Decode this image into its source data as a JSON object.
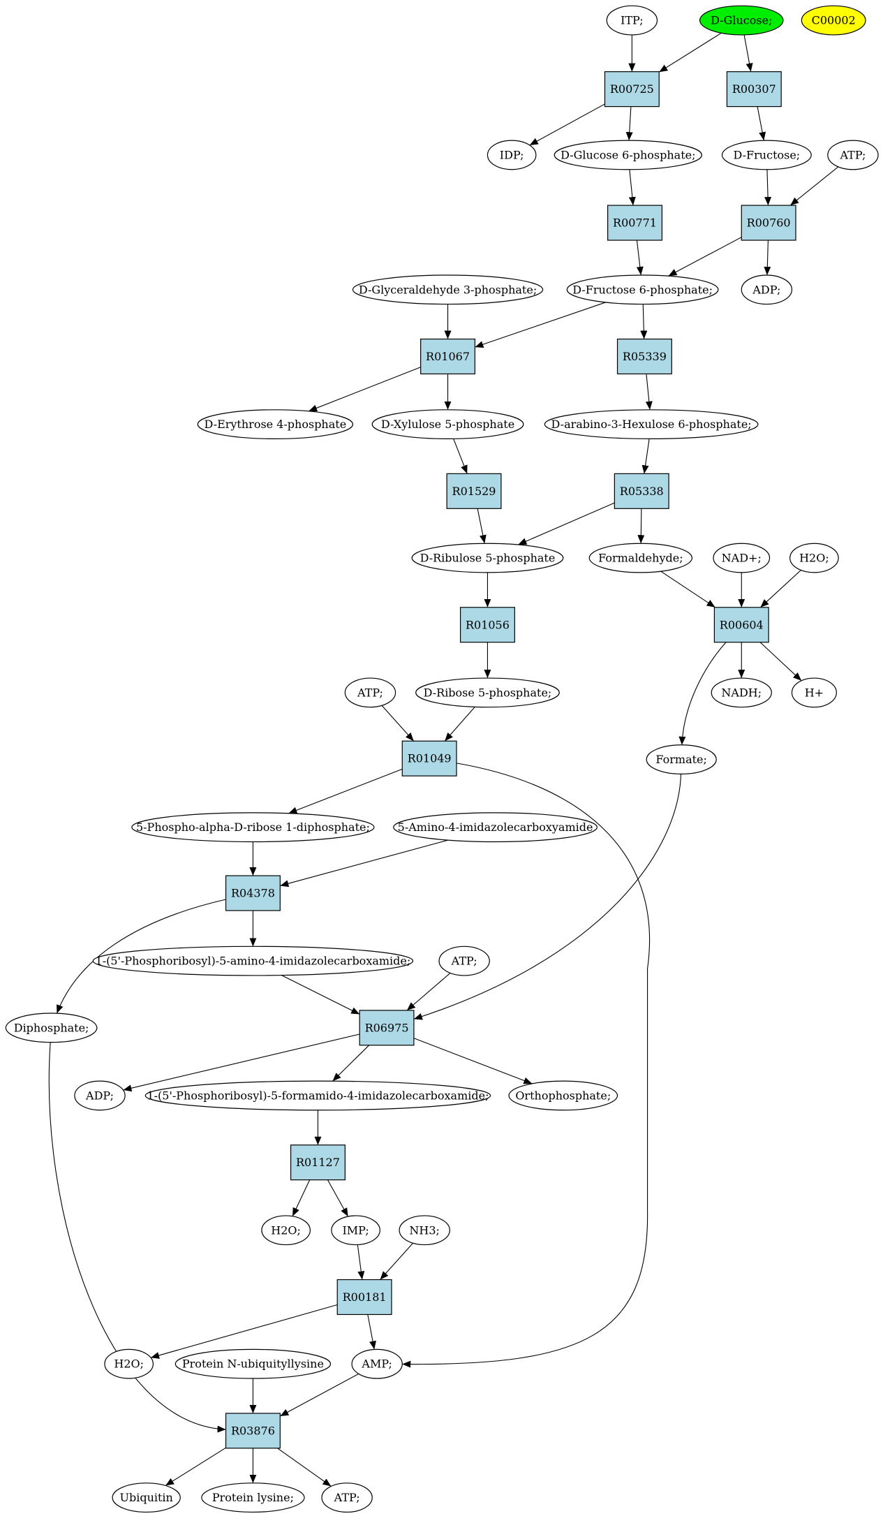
{
  "colors": {
    "reaction_fill": "#add8e6",
    "metabolite_fill": "#ffffff",
    "source_fill": "#00ee00",
    "legend_fill": "#ffff00",
    "stroke": "#000000"
  },
  "nodes": [
    {
      "id": "ITP",
      "label": "ITP;",
      "kind": "metabolite"
    },
    {
      "id": "DGlucose",
      "label": "D-Glucose;",
      "kind": "source"
    },
    {
      "id": "C00002",
      "label": "C00002",
      "kind": "legend"
    },
    {
      "id": "R00725",
      "label": "R00725",
      "kind": "reaction"
    },
    {
      "id": "R00307",
      "label": "R00307",
      "kind": "reaction"
    },
    {
      "id": "IDP",
      "label": "IDP;",
      "kind": "metabolite"
    },
    {
      "id": "DG6P",
      "label": "D-Glucose 6-phosphate;",
      "kind": "metabolite"
    },
    {
      "id": "DFructose",
      "label": "D-Fructose;",
      "kind": "metabolite"
    },
    {
      "id": "ATP1",
      "label": "ATP;",
      "kind": "metabolite"
    },
    {
      "id": "R00771",
      "label": "R00771",
      "kind": "reaction"
    },
    {
      "id": "R00760",
      "label": "R00760",
      "kind": "reaction"
    },
    {
      "id": "DGA3P",
      "label": "D-Glyceraldehyde 3-phosphate;",
      "kind": "metabolite"
    },
    {
      "id": "DF6P",
      "label": "D-Fructose 6-phosphate;",
      "kind": "metabolite"
    },
    {
      "id": "ADP1",
      "label": "ADP;",
      "kind": "metabolite"
    },
    {
      "id": "R01067",
      "label": "R01067",
      "kind": "reaction"
    },
    {
      "id": "R05339",
      "label": "R05339",
      "kind": "reaction"
    },
    {
      "id": "DE4P",
      "label": "D-Erythrose 4-phosphate",
      "kind": "metabolite"
    },
    {
      "id": "DX5P",
      "label": "D-Xylulose 5-phosphate",
      "kind": "metabolite"
    },
    {
      "id": "DAH6P",
      "label": "D-arabino-3-Hexulose 6-phosphate;",
      "kind": "metabolite"
    },
    {
      "id": "R01529",
      "label": "R01529",
      "kind": "reaction"
    },
    {
      "id": "R05338",
      "label": "R05338",
      "kind": "reaction"
    },
    {
      "id": "DRu5P",
      "label": "D-Ribulose 5-phosphate",
      "kind": "metabolite"
    },
    {
      "id": "Formaldehyde",
      "label": "Formaldehyde;",
      "kind": "metabolite"
    },
    {
      "id": "NADp",
      "label": "NAD+;",
      "kind": "metabolite"
    },
    {
      "id": "H2O1",
      "label": "H2O;",
      "kind": "metabolite"
    },
    {
      "id": "R01056",
      "label": "R01056",
      "kind": "reaction"
    },
    {
      "id": "R00604",
      "label": "R00604",
      "kind": "reaction"
    },
    {
      "id": "ATP2",
      "label": "ATP;",
      "kind": "metabolite"
    },
    {
      "id": "DR5P",
      "label": "D-Ribose 5-phosphate;",
      "kind": "metabolite"
    },
    {
      "id": "NADH",
      "label": "NADH;",
      "kind": "metabolite"
    },
    {
      "id": "Hplus",
      "label": "H+",
      "kind": "metabolite"
    },
    {
      "id": "R01049",
      "label": "R01049",
      "kind": "reaction"
    },
    {
      "id": "Formate",
      "label": "Formate;",
      "kind": "metabolite"
    },
    {
      "id": "PRPP",
      "label": "5-Phospho-alpha-D-ribose 1-diphosphate;",
      "kind": "metabolite"
    },
    {
      "id": "AICA",
      "label": "5-Amino-4-imidazolecarboxyamide",
      "kind": "metabolite"
    },
    {
      "id": "R04378",
      "label": "R04378",
      "kind": "reaction"
    },
    {
      "id": "AICAR",
      "label": "1-(5'-Phosphoribosyl)-5-amino-4-imidazolecarboxamide;",
      "kind": "metabolite"
    },
    {
      "id": "ATP3",
      "label": "ATP;",
      "kind": "metabolite"
    },
    {
      "id": "Diphosphate",
      "label": "Diphosphate;",
      "kind": "metabolite"
    },
    {
      "id": "R06975",
      "label": "R06975",
      "kind": "reaction"
    },
    {
      "id": "ADP2",
      "label": "ADP;",
      "kind": "metabolite"
    },
    {
      "id": "FAICAR",
      "label": "1-(5'-Phosphoribosyl)-5-formamido-4-imidazolecarboxamide;",
      "kind": "metabolite"
    },
    {
      "id": "Orthophosphate",
      "label": "Orthophosphate;",
      "kind": "metabolite"
    },
    {
      "id": "R01127",
      "label": "R01127",
      "kind": "reaction"
    },
    {
      "id": "H2O2",
      "label": "H2O;",
      "kind": "metabolite"
    },
    {
      "id": "IMP",
      "label": "IMP;",
      "kind": "metabolite"
    },
    {
      "id": "NH3",
      "label": "NH3;",
      "kind": "metabolite"
    },
    {
      "id": "R00181",
      "label": "R00181",
      "kind": "reaction"
    },
    {
      "id": "H2O3",
      "label": "H2O;",
      "kind": "metabolite"
    },
    {
      "id": "ProtNUbq",
      "label": "Protein N-ubiquityllysine",
      "kind": "metabolite"
    },
    {
      "id": "AMP",
      "label": "AMP;",
      "kind": "metabolite"
    },
    {
      "id": "R03876",
      "label": "R03876",
      "kind": "reaction"
    },
    {
      "id": "Ubiquitin",
      "label": "Ubiquitin",
      "kind": "metabolite"
    },
    {
      "id": "ProtLys",
      "label": "Protein lysine;",
      "kind": "metabolite"
    },
    {
      "id": "ATP4",
      "label": "ATP;",
      "kind": "metabolite"
    }
  ],
  "edges": [
    {
      "from": "ITP",
      "to": "R00725"
    },
    {
      "from": "DGlucose",
      "to": "R00725"
    },
    {
      "from": "DGlucose",
      "to": "R00307"
    },
    {
      "from": "R00725",
      "to": "IDP"
    },
    {
      "from": "R00725",
      "to": "DG6P"
    },
    {
      "from": "R00307",
      "to": "DFructose"
    },
    {
      "from": "DG6P",
      "to": "R00771"
    },
    {
      "from": "DFructose",
      "to": "R00760"
    },
    {
      "from": "ATP1",
      "to": "R00760"
    },
    {
      "from": "R00771",
      "to": "DF6P"
    },
    {
      "from": "R00760",
      "to": "DF6P"
    },
    {
      "from": "R00760",
      "to": "ADP1"
    },
    {
      "from": "DGA3P",
      "to": "R01067"
    },
    {
      "from": "DF6P",
      "to": "R01067"
    },
    {
      "from": "DF6P",
      "to": "R05339"
    },
    {
      "from": "R01067",
      "to": "DE4P"
    },
    {
      "from": "R01067",
      "to": "DX5P"
    },
    {
      "from": "R05339",
      "to": "DAH6P"
    },
    {
      "from": "DX5P",
      "to": "R01529"
    },
    {
      "from": "DAH6P",
      "to": "R05338"
    },
    {
      "from": "R01529",
      "to": "DRu5P"
    },
    {
      "from": "R05338",
      "to": "DRu5P"
    },
    {
      "from": "R05338",
      "to": "Formaldehyde"
    },
    {
      "from": "DRu5P",
      "to": "R01056"
    },
    {
      "from": "Formaldehyde",
      "to": "R00604"
    },
    {
      "from": "NADp",
      "to": "R00604"
    },
    {
      "from": "H2O1",
      "to": "R00604"
    },
    {
      "from": "R01056",
      "to": "DR5P"
    },
    {
      "from": "R00604",
      "to": "NADH"
    },
    {
      "from": "R00604",
      "to": "Hplus"
    },
    {
      "from": "R00604",
      "to": "Formate"
    },
    {
      "from": "ATP2",
      "to": "R01049"
    },
    {
      "from": "DR5P",
      "to": "R01049"
    },
    {
      "from": "R01049",
      "to": "PRPP"
    },
    {
      "from": "R01049",
      "to": "AMP"
    },
    {
      "from": "PRPP",
      "to": "R04378"
    },
    {
      "from": "AICA",
      "to": "R04378"
    },
    {
      "from": "R04378",
      "to": "AICAR"
    },
    {
      "from": "R04378",
      "to": "Diphosphate"
    },
    {
      "from": "AICAR",
      "to": "R06975"
    },
    {
      "from": "ATP3",
      "to": "R06975"
    },
    {
      "from": "Formate",
      "to": "R06975"
    },
    {
      "from": "R06975",
      "to": "ADP2"
    },
    {
      "from": "R06975",
      "to": "FAICAR"
    },
    {
      "from": "R06975",
      "to": "Orthophosphate"
    },
    {
      "from": "FAICAR",
      "to": "R01127"
    },
    {
      "from": "R01127",
      "to": "H2O2"
    },
    {
      "from": "R01127",
      "to": "IMP"
    },
    {
      "from": "IMP",
      "to": "R00181"
    },
    {
      "from": "NH3",
      "to": "R00181"
    },
    {
      "from": "R00181",
      "to": "H2O3"
    },
    {
      "from": "R00181",
      "to": "AMP"
    },
    {
      "from": "ProtNUbq",
      "to": "R03876"
    },
    {
      "from": "AMP",
      "to": "R03876"
    },
    {
      "from": "Diphosphate",
      "to": "R03876"
    },
    {
      "from": "R03876",
      "to": "Ubiquitin"
    },
    {
      "from": "R03876",
      "to": "ProtLys"
    },
    {
      "from": "R03876",
      "to": "ATP4"
    }
  ]
}
